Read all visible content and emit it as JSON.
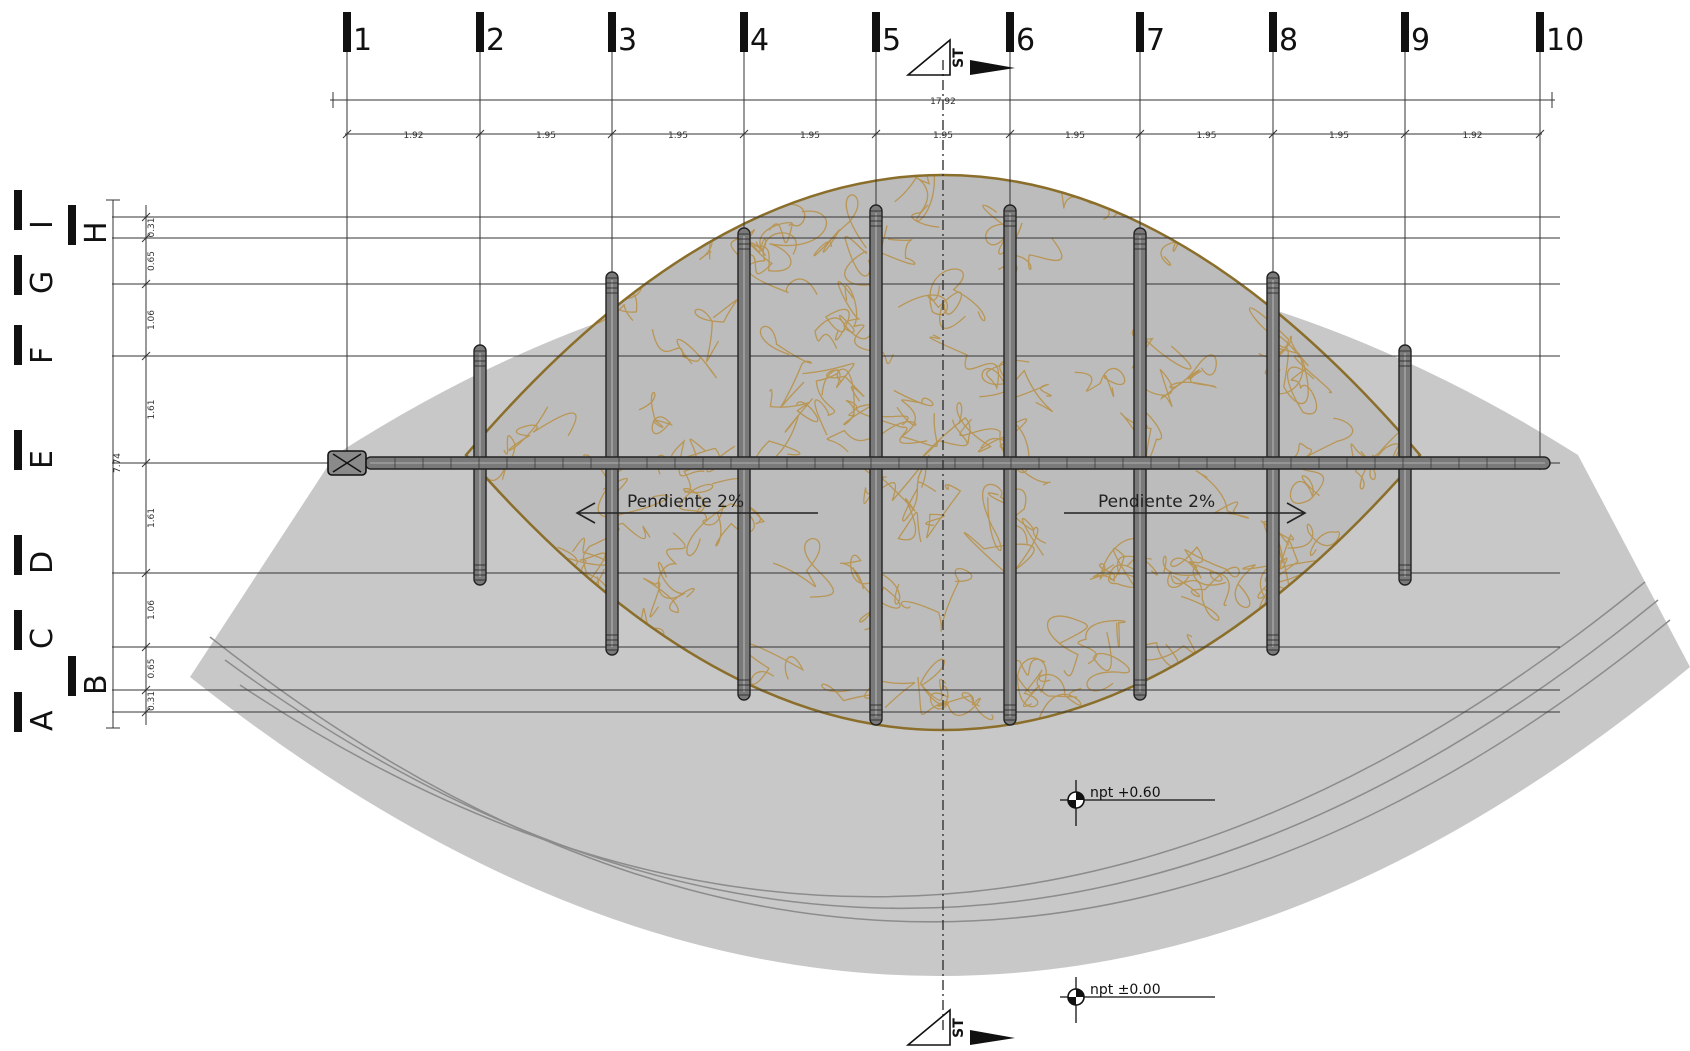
{
  "drawing": {
    "columns": [
      {
        "letter": "I",
        "number": "1"
      },
      {
        "letter": "I",
        "number": "2"
      },
      {
        "letter": "I",
        "number": "3"
      },
      {
        "letter": "I",
        "number": "4"
      },
      {
        "letter": "I",
        "number": "5"
      },
      {
        "letter": "I",
        "number": "6"
      },
      {
        "letter": "I",
        "number": "7"
      },
      {
        "letter": "I",
        "number": "8"
      },
      {
        "letter": "I",
        "number": "9"
      },
      {
        "letter": "I",
        "number": "10"
      }
    ],
    "rows": [
      {
        "letter": "I",
        "name": "A"
      },
      {
        "letter": "I",
        "name": "B"
      },
      {
        "letter": "I",
        "name": "C"
      },
      {
        "letter": "I",
        "name": "D"
      },
      {
        "letter": "I",
        "name": "E"
      },
      {
        "letter": "I",
        "name": "F"
      },
      {
        "letter": "I",
        "name": "G"
      },
      {
        "letter": "I",
        "name": "H"
      },
      {
        "letter": "I",
        "name": "I"
      }
    ],
    "total_width_dim": "17.92",
    "column_spacings": [
      "1.92",
      "1.95",
      "1.95",
      "1.95",
      "1.95",
      "1.95",
      "1.95",
      "1.95",
      "1.92"
    ],
    "total_height_dim": "7.74",
    "row_spacings_top_to_bottom": [
      "0.31",
      "0.65",
      "1.06",
      "1.61",
      "1.61",
      "1.06",
      "0.65",
      "0.31"
    ],
    "slope_left": "Pendiente 2%",
    "slope_right": "Pendiente 2%",
    "level_upper": "npt +0.60",
    "level_lower": "npt ±0.00",
    "section_cut_label": "ST",
    "colors": {
      "ground": "#c8c8c8",
      "membrane": "#bcbcbc",
      "membrane_edge": "#8a6e2a",
      "membrane_pattern": "#b8924a",
      "beam": "#7a7a7a",
      "line": "#333333"
    }
  }
}
